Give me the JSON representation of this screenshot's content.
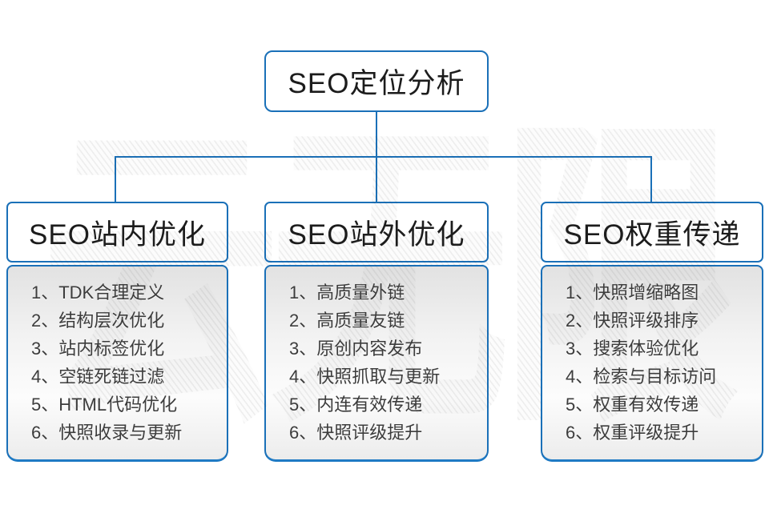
{
  "diagram": {
    "root": {
      "title": "SEO定位分析"
    },
    "columns": [
      {
        "title": "SEO站内优化",
        "items": [
          "1、TDK合理定义",
          "2、结构层次优化",
          "3、站内标签优化",
          "4、空链死链过滤",
          "5、HTML代码优化",
          "6、快照收录与更新"
        ]
      },
      {
        "title": "SEO站外优化",
        "items": [
          "1、高质量外链",
          "2、高质量友链",
          "3、原创内容发布",
          "4、快照抓取与更新",
          "5、内连有效传递",
          "6、快照评级提升"
        ]
      },
      {
        "title": "SEO权重传递",
        "items": [
          "1、快照增缩略图",
          "2、快照评级排序",
          "3、搜索体验优化",
          "4、检索与目标访问",
          "5、权重有效传递",
          "6、权重评级提升"
        ]
      }
    ],
    "watermark": {
      "text": "云无限"
    },
    "colors": {
      "accent_blue": "#1a70b8",
      "panel_bottom_blue": "#1f7ac4",
      "panel_gray_top": "#e2e2e2",
      "title_text": "#1c1c1c",
      "list_text": "#3c3c3c"
    }
  }
}
